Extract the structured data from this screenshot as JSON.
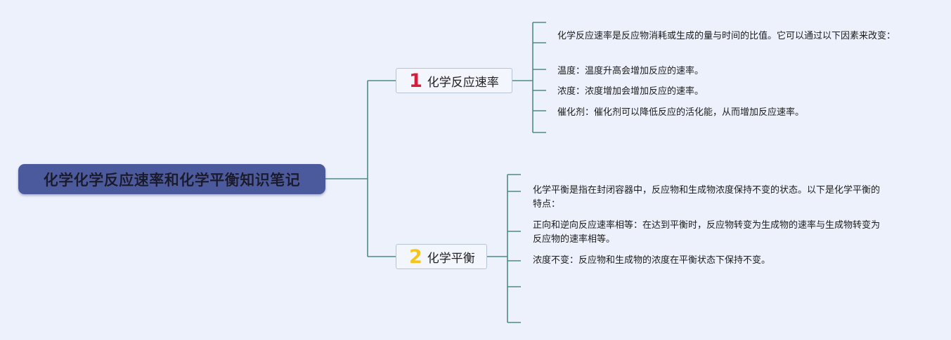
{
  "root": {
    "title": "化学化学反应速率和化学平衡知识笔记"
  },
  "branches": [
    {
      "number": "1",
      "number_color": "#d81b3c",
      "label": "化学反应速率",
      "leaves": [
        "化学反应速率是反应物消耗或生成的量与时间的比值。它可以通过以下因素来改变：",
        "温度：温度升高会增加反应的速率。",
        "浓度：浓度增加会增加反应的速率。",
        "催化剂：催化剂可以降低反应的活化能，从而增加反应速率。",
        "",
        ""
      ]
    },
    {
      "number": "2",
      "number_color": "#f5c51c",
      "label": "化学平衡",
      "leaves": [
        "",
        "化学平衡是指在封闭容器中，反应物和生成物浓度保持不变的状态。以下是化学平衡的特点：",
        "正向和逆向反应速率相等：在达到平衡时，反应物转变为生成物的速率与生成物转变为反应物的速率相等。",
        "浓度不变：反应物和生成物的浓度在平衡状态下保持不变。",
        "",
        ""
      ]
    }
  ],
  "colors": {
    "background": "#edf1fc",
    "root_fill": "#4b5a9c",
    "connector": "#4f8a86",
    "branch_border": "#b7c4d4"
  }
}
